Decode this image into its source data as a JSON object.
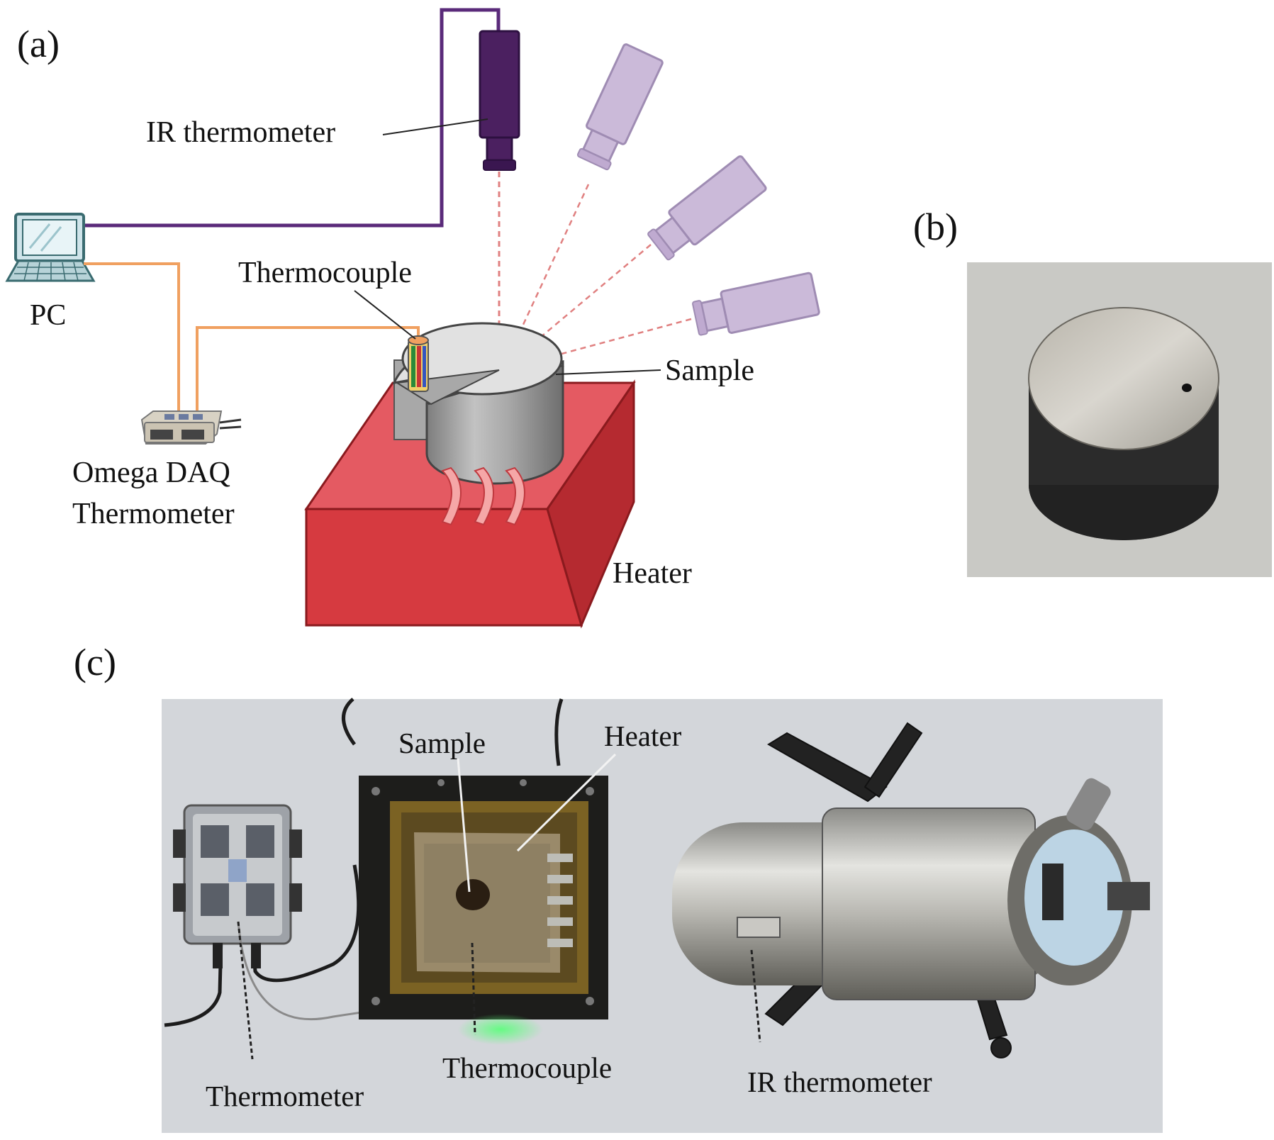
{
  "panels": {
    "a": {
      "label": "(a)",
      "labels": {
        "ir_thermometer": "IR thermometer",
        "pc": "PC",
        "thermocouple": "Thermocouple",
        "sample": "Sample",
        "daq_line1": "Omega DAQ",
        "daq_line2": "Thermometer",
        "heater": "Heater"
      },
      "colors": {
        "ir_cable": "#5a2a7a",
        "ir_body": "#4b2060",
        "ghost_ir": "#cbbad9",
        "daq_cable": "#f0a060",
        "heater": "#d83a3f",
        "beam": "#e08080"
      }
    },
    "b": {
      "label": "(b)"
    },
    "c": {
      "label": "(c)",
      "labels": {
        "sample": "Sample",
        "heater": "Heater",
        "thermocouple": "Thermocouple",
        "thermometer": "Thermometer",
        "ir_thermometer": "IR thermometer"
      }
    }
  }
}
